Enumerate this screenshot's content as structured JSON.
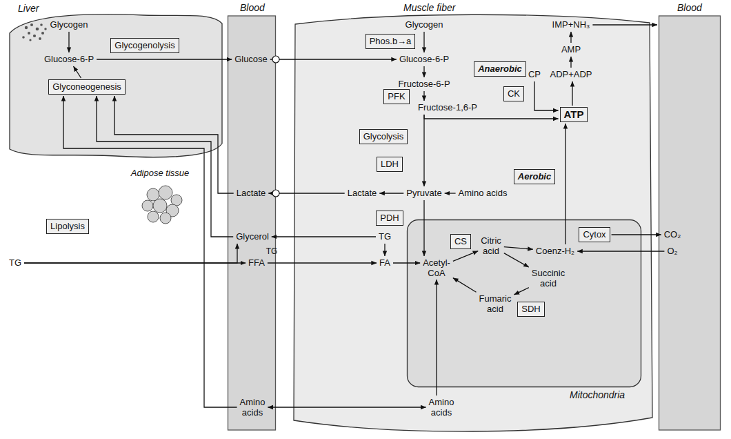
{
  "diagram": {
    "nodes": [
      {
        "text": [
          "Liver"
        ]
      },
      {
        "text": [
          "Glycogen"
        ],
        "in": 0
      },
      {
        "text": [
          "Glycogenolysis"
        ],
        "in": 0
      },
      {
        "text": [
          "Glucose-6-P"
        ],
        "in": 0
      },
      {
        "text": [
          "Glyconeogenesis"
        ],
        "in": 0
      },
      {
        "text": [
          "Lipolysis"
        ]
      },
      {
        "text": [
          "TG"
        ]
      },
      {
        "text": [
          "Blood"
        ]
      },
      {
        "text": [
          "Glucose"
        ],
        "in": 7
      },
      {
        "text": [
          "Lactate"
        ],
        "in": 7
      },
      {
        "text": [
          "Glycerol"
        ],
        "in": 7
      },
      {
        "text": [
          "FFA"
        ],
        "in": 7
      },
      {
        "text": [
          "Amino acids"
        ],
        "in": 7
      },
      {
        "text": [
          "Muscle fiber"
        ]
      },
      {
        "text": [
          "Glycogen"
        ],
        "in": 13
      },
      {
        "text": [
          "Phos.b→a"
        ],
        "in": 13
      },
      {
        "text": [
          "Glucose-6-P"
        ],
        "in": 13
      },
      {
        "text": [
          "Anaerobic"
        ],
        "in": 13
      },
      {
        "text": [
          "Fructose-6-P"
        ],
        "in": 13
      },
      {
        "text": [
          "PFK"
        ],
        "in": 13
      },
      {
        "text": [
          "Fructose-1,6-P"
        ],
        "in": 13
      },
      {
        "text": [
          "Glycolysis"
        ],
        "in": 13
      },
      {
        "text": [
          "LDH"
        ],
        "in": 13
      },
      {
        "text": [
          "Lactate"
        ],
        "in": 13
      },
      {
        "text": [
          "Pyruvate"
        ],
        "in": 13
      },
      {
        "text": [
          "Amino acids"
        ],
        "in": 13
      },
      {
        "text": [
          "Aerobic"
        ],
        "in": 13
      },
      {
        "text": [
          "PDH"
        ],
        "in": 13
      },
      {
        "text": [
          "TG"
        ],
        "in": 13
      },
      {
        "text": [
          "FA"
        ],
        "in": 13
      },
      {
        "text": [
          "IMP+NH₃"
        ],
        "in": 13
      },
      {
        "text": [
          "AMP"
        ],
        "in": 13
      },
      {
        "text": [
          "CP"
        ],
        "in": 13
      },
      {
        "text": [
          "ADP+ADP"
        ],
        "in": 13
      },
      {
        "text": [
          "CK"
        ],
        "in": 13
      },
      {
        "text": [
          "ATP"
        ],
        "in": 13
      },
      {
        "text": [
          "Mitochondria"
        ],
        "in": 13
      },
      {
        "text": [
          "Cytox"
        ],
        "in": 36
      },
      {
        "text": [
          "CS"
        ],
        "in": 36
      },
      {
        "text": [
          "Acetyl-CoA"
        ],
        "in": 36
      },
      {
        "text": [
          "Citric acid"
        ],
        "in": 36
      },
      {
        "text": [
          "Coenz-H₂"
        ],
        "in": 36
      },
      {
        "text": [
          "Succinic acid"
        ],
        "in": 36
      },
      {
        "text": [
          "Fumaric acid"
        ],
        "in": 36
      },
      {
        "text": [
          "SDH"
        ],
        "in": 36
      },
      {
        "text": [
          "Amino acids"
        ],
        "in": 13
      },
      {
        "text": [
          "Blood"
        ]
      },
      {
        "text": [
          "CO₂"
        ],
        "in": 46
      },
      {
        "text": [
          "O₂"
        ],
        "in": 46
      }
    ],
    "edges": [
      {
        "from": 1,
        "to": 3,
        "arrow": "to"
      },
      {
        "from": 4,
        "to": 3,
        "arrow": "to"
      },
      {
        "from": 3,
        "to": 8,
        "arrow": "to"
      },
      {
        "from": 8,
        "to": 16,
        "arrow": "to"
      },
      {
        "from": 14,
        "to": 16,
        "arrow": "to"
      },
      {
        "from": 16,
        "to": 18,
        "arrow": "to"
      },
      {
        "from": 18,
        "to": 20,
        "arrow": "to"
      },
      {
        "from": 20,
        "to": 35,
        "arrow": "to"
      },
      {
        "from": 20,
        "to": 24,
        "arrow": "to"
      },
      {
        "from": 24,
        "to": 23,
        "arrow": "to"
      },
      {
        "from": 23,
        "to": 9,
        "arrow": "to"
      },
      {
        "from": 9,
        "to": 4,
        "arrow": "to"
      },
      {
        "from": 10,
        "to": 4,
        "arrow": "to"
      },
      {
        "from": 12,
        "to": 4,
        "arrow": "to"
      },
      {
        "from": 6,
        "to": 11,
        "arrow": "to"
      },
      {
        "from": 6,
        "to": 10,
        "arrow": "to"
      },
      {
        "from": 11,
        "to": 29,
        "arrow": "to"
      },
      {
        "from": 28,
        "to": 10,
        "arrow": "to"
      },
      {
        "from": 28,
        "to": 29,
        "arrow": "to"
      },
      {
        "from": 29,
        "to": 39,
        "arrow": "to"
      },
      {
        "from": 25,
        "to": 24,
        "arrow": "to"
      },
      {
        "from": 24,
        "to": 39,
        "arrow": "to"
      },
      {
        "from": 12,
        "to": 45,
        "arrow": "both"
      },
      {
        "from": 45,
        "to": 39,
        "arrow": "to"
      },
      {
        "from": 39,
        "to": 40,
        "arrow": "to"
      },
      {
        "from": 40,
        "to": 41,
        "arrow": "to"
      },
      {
        "from": 40,
        "to": 42,
        "arrow": "to"
      },
      {
        "from": 42,
        "to": 43,
        "arrow": "to"
      },
      {
        "from": 43,
        "to": 39,
        "arrow": "to"
      },
      {
        "from": 41,
        "to": 35,
        "arrow": "to"
      },
      {
        "from": 48,
        "to": 41,
        "arrow": "to"
      },
      {
        "from": 37,
        "to": 47,
        "arrow": "to"
      },
      {
        "from": 35,
        "to": 33,
        "arrow": "to"
      },
      {
        "from": 33,
        "to": 31,
        "arrow": "to"
      },
      {
        "from": 31,
        "to": 30,
        "arrow": "to"
      },
      {
        "from": 32,
        "to": 35,
        "arrow": "to"
      },
      {
        "from": 30,
        "to": 46,
        "arrow": "to"
      }
    ],
    "labels": [
      "Adipose tissue",
      "TG"
    ]
  }
}
